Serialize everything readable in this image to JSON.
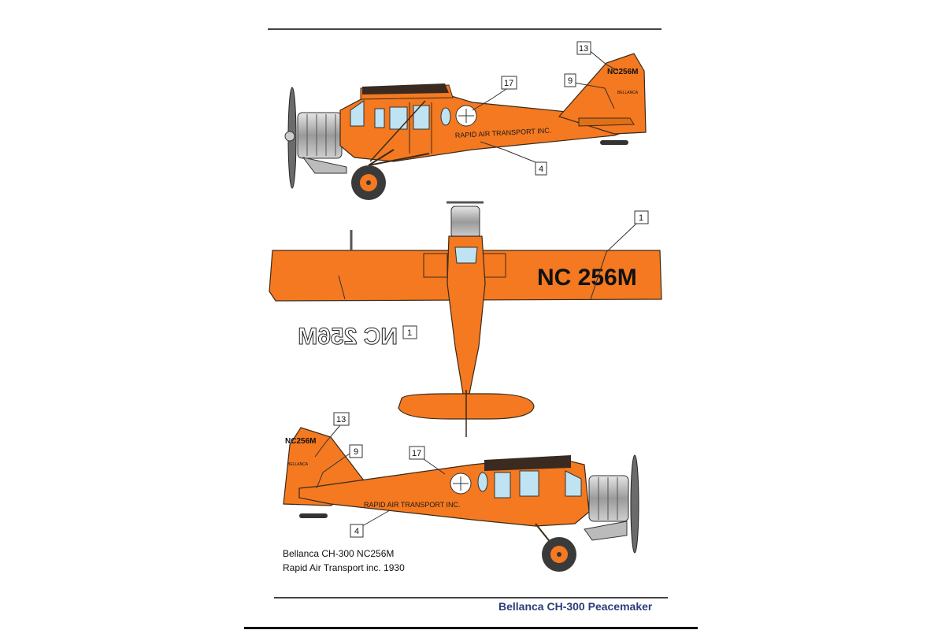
{
  "header": {
    "title": "Bellanca CH-300 Peacemaker"
  },
  "caption": {
    "line1": "Bellanca CH-300  NC256M",
    "line2": "Rapid Air Transport inc. 1930"
  },
  "aircraft": {
    "registration": "NC256M",
    "wing_registration": "NC 256M",
    "wing_registration_mirrored": "NC 256M",
    "fuselage_text": "RAPID AIR TRANSPORT  INC.",
    "tail_text": "BELLANCA"
  },
  "callouts": {
    "top_13": "13",
    "top_9": "9",
    "top_17": "17",
    "top_4": "4",
    "mid_1": "1",
    "mid_1b": "1",
    "bot_13": "13",
    "bot_9": "9",
    "bot_17": "17",
    "bot_4": "4"
  },
  "colors": {
    "orange": "#f47920",
    "orange_dark": "#b85512",
    "outline": "#3a2a1a",
    "glass": "#bfe3f2",
    "metal": "#b8b8b8",
    "title_blue": "#2a3f7a"
  }
}
